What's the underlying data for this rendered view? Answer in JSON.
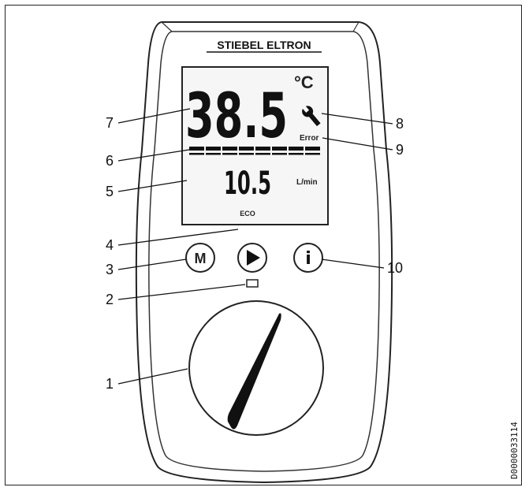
{
  "device": {
    "brand": "STIEBEL ELTRON",
    "display": {
      "temperature": "38.5",
      "temp_unit": "°C",
      "error_text": "Error",
      "flow_value": "10.5",
      "flow_unit": "L/min",
      "eco_text": "ECO"
    },
    "buttons": {
      "m_label": "M",
      "info_label": "i"
    }
  },
  "callouts": [
    "1",
    "2",
    "3",
    "4",
    "5",
    "6",
    "7",
    "8",
    "9",
    "10"
  ],
  "document_id": "D0000033114"
}
